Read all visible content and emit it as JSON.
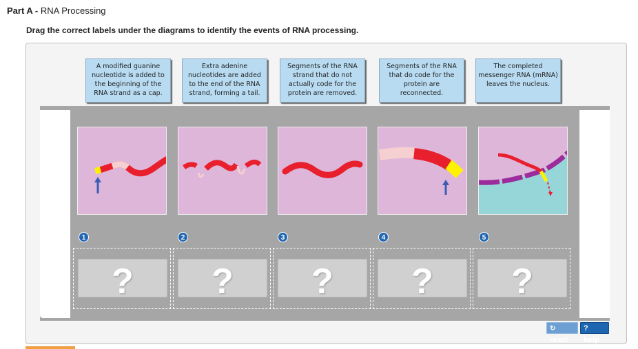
{
  "header": {
    "part_label": "Part A -",
    "part_title": "RNA Processing",
    "instructions": "Drag the correct labels under the diagrams to identify the events of RNA processing."
  },
  "labels": [
    "A modified guanine nucleotide is added to the beginning of the RNA strand as a cap.",
    "Extra adenine nucleotides are added to the end of the RNA strand, forming a tail.",
    "Segments of the RNA strand that do not actually code for the protein are removed.",
    "Segments of the RNA that do code for the protein are reconnected.",
    "The completed messenger RNA (mRNA) leaves the nucleus."
  ],
  "steps": [
    "1",
    "2",
    "3",
    "4",
    "5"
  ],
  "drop_placeholder": "?",
  "buttons": {
    "reset": "reset",
    "help": "? help",
    "reset_icon": "reset-icon",
    "help_icon": "help-icon"
  },
  "colors": {
    "label_bg": "#b8dbf1",
    "diagram_bg": "#deb6d9",
    "nucleus_bg": "#97d6d8",
    "rna_red": "#e8202e",
    "rna_pink": "#f6cfd0",
    "cap_yellow": "#fff200",
    "membrane_purple": "#9c2b9c",
    "arrow_blue": "#3a5db5",
    "step_blue": "#2166b1"
  }
}
